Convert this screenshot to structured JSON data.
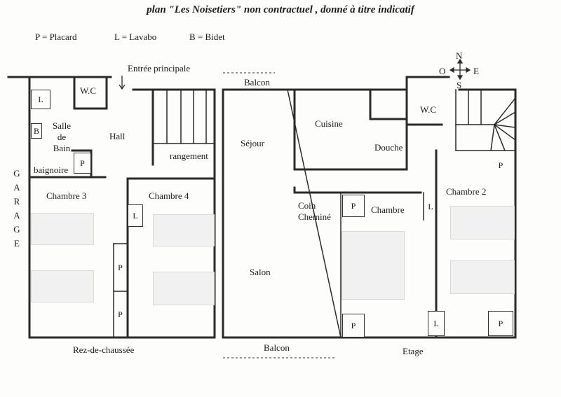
{
  "title": "plan \"Les Noisetiers\"  non contractuel , donné à titre indicatif",
  "legend": {
    "placard": "P = Placard",
    "lavabo": "L = Lavabo",
    "bidet": "B = Bidet"
  },
  "compass": {
    "n": "N",
    "s": "S",
    "e": "E",
    "o": "O"
  },
  "ground_floor": {
    "label": "Rez-de-chaussée",
    "entrance": "Entrée principale",
    "garage_letters": [
      "G",
      "A",
      "R",
      "A",
      "G",
      "E"
    ],
    "rooms": {
      "wc": "W.C",
      "salle": "Salle",
      "de": "de",
      "bain": "Bain",
      "hall": "Hall",
      "rangement": "rangement",
      "baignoire": "baignoire",
      "chambre3": "Chambre 3",
      "chambre4": "Chambre 4"
    },
    "fixtures": {
      "l": "L",
      "b": "B",
      "p": "P"
    }
  },
  "upper_floor": {
    "label": "Etage",
    "balcon_top": "Balcon",
    "balcon_bottom": "Balcon",
    "rooms": {
      "sejour": "Séjour",
      "cuisine": "Cuisine",
      "wc": "W.C",
      "douche": "Douche",
      "coin": "Coin",
      "chemine": "Cheminé",
      "chambre": "Chambre",
      "chambre2": "Chambre 2",
      "salon": "Salon"
    },
    "fixtures": {
      "l": "L",
      "p": "P"
    }
  }
}
